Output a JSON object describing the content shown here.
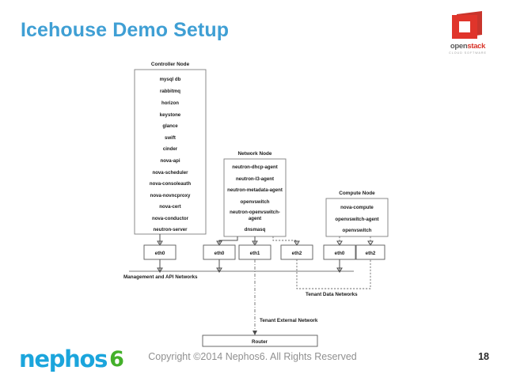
{
  "slide": {
    "title": "Icehouse Demo Setup",
    "title_color": "#3f9fd4",
    "page_number": "18",
    "copyright": "Copyright ©2014 Nephos6. All Rights Reserved"
  },
  "brand": {
    "openstack": {
      "name_open": "open",
      "name_stack": "stack",
      "tagline": "CLOUD SOFTWARE",
      "mark_color": "#e0352b"
    },
    "nephos": {
      "word": "nephos",
      "six": "6",
      "word_color": "#1ba5dc",
      "six_color": "#43b02a"
    }
  },
  "diagram": {
    "nodes": [
      {
        "id": "controller",
        "title": "Controller Node",
        "items": [
          "mysql db",
          "rabbitmq",
          "horizon",
          "keystone",
          "glance",
          "swift",
          "cinder",
          "nova-api",
          "nova-scheduler",
          "nova-consoleauth",
          "nova-novncproxy",
          "nova-cert",
          "nova-conductor",
          "neutron-server"
        ]
      },
      {
        "id": "network",
        "title": "Network Node",
        "items": [
          "neutron-dhcp-agent",
          "neutron-l3-agent",
          "neutron-metadata-agent",
          "openvswitch",
          "neutron-openvswitch-agent",
          "dnsmasq"
        ]
      },
      {
        "id": "compute",
        "title": "Compute Node",
        "items": [
          "nova-compute",
          "openvswitch-agent",
          "openvswitch"
        ]
      }
    ],
    "interfaces": [
      {
        "id": "controller-eth0",
        "label": "eth0",
        "node": "controller"
      },
      {
        "id": "network-eth0",
        "label": "eth0",
        "node": "network"
      },
      {
        "id": "network-eth1",
        "label": "eth1",
        "node": "network"
      },
      {
        "id": "network-eth2",
        "label": "eth2",
        "node": "network"
      },
      {
        "id": "compute-eth0",
        "label": "eth0",
        "node": "compute"
      },
      {
        "id": "compute-eth2",
        "label": "eth2",
        "node": "compute"
      }
    ],
    "networks": [
      {
        "id": "mgmt",
        "label": "Management and API Networks",
        "style": "solid"
      },
      {
        "id": "tenant",
        "label": "Tenant Data Networks",
        "style": "dashed"
      },
      {
        "id": "external",
        "label": "Tenant External Network",
        "style": "dash-dot"
      }
    ],
    "router": {
      "label": "Router"
    }
  }
}
